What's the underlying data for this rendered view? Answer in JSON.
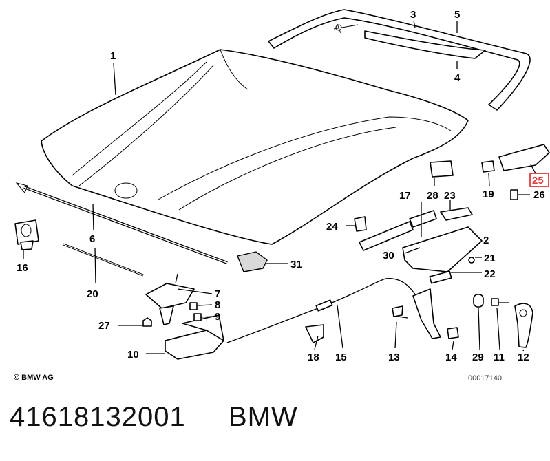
{
  "labels": {
    "p1": "1",
    "p2": "2",
    "p3": "3",
    "p4": "4",
    "p5": "5",
    "p6": "6",
    "p7": "7",
    "p8": "8",
    "p9": "9",
    "p10": "10",
    "p11": "11",
    "p12": "12",
    "p13": "13",
    "p14": "14",
    "p15": "15",
    "p16": "16",
    "p17": "17",
    "p18": "18",
    "p19": "19",
    "p20": "20",
    "p21": "21",
    "p22": "22",
    "p23": "23",
    "p24": "24",
    "p25": "25",
    "p26": "26",
    "p27": "27",
    "p28": "28",
    "p29": "29",
    "p30": "30",
    "p31": "31"
  },
  "copyright": "© BMW AG",
  "drawing_code": "00017140",
  "part_number": "41618132001",
  "brand": "BMW",
  "highlight_color": "#e23b3b"
}
